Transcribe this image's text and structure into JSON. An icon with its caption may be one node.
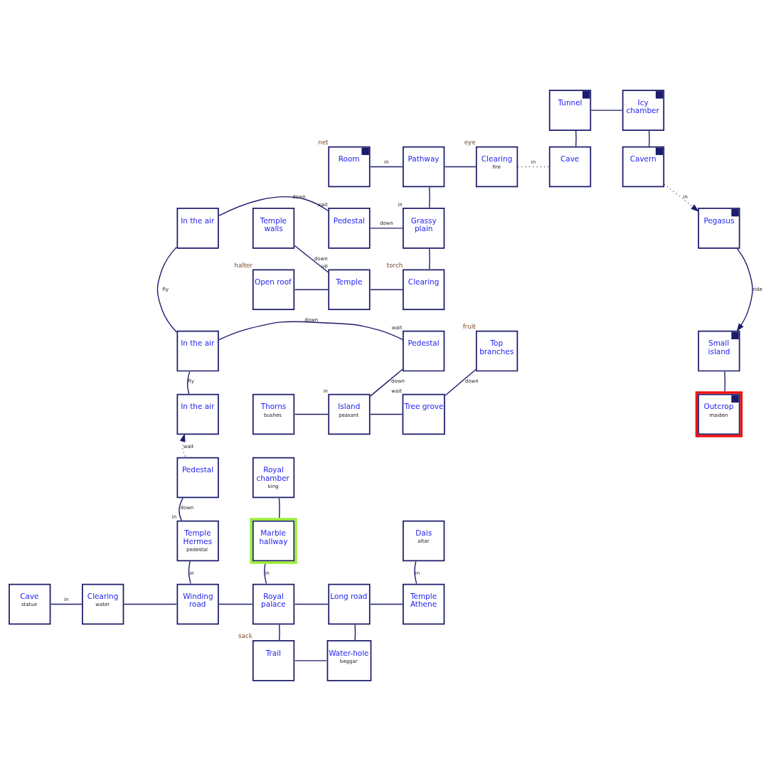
{
  "diagram": {
    "nodes": [
      {
        "text": [
          "Tunnel"
        ]
      },
      {
        "text": [
          "Icy chamber"
        ]
      },
      {
        "text": [
          "Room"
        ],
        "beside": [
          "net"
        ]
      },
      {
        "text": [
          "Pathway"
        ]
      },
      {
        "text": [
          "Clearing",
          "fire"
        ],
        "beside": [
          "eye"
        ]
      },
      {
        "text": [
          "Cave"
        ]
      },
      {
        "text": [
          "Cavern"
        ]
      },
      {
        "text": [
          "In the air"
        ]
      },
      {
        "text": [
          "Temple walls"
        ]
      },
      {
        "text": [
          "Pedestal"
        ],
        "beside": [
          "wait"
        ]
      },
      {
        "text": [
          "Grassy plain"
        ],
        "beside": [
          "in"
        ]
      },
      {
        "text": [
          "Pegasus"
        ]
      },
      {
        "text": [
          "Open roof"
        ],
        "beside": [
          "halter"
        ]
      },
      {
        "text": [
          "Temple"
        ],
        "beside": [
          "up"
        ]
      },
      {
        "text": [
          "Clearing"
        ],
        "beside": [
          "torch"
        ]
      },
      {
        "text": [
          "In the air"
        ]
      },
      {
        "text": [
          "Pedestal"
        ],
        "beside": [
          "wait"
        ]
      },
      {
        "text": [
          "Top branches"
        ],
        "beside": [
          "fruit"
        ]
      },
      {
        "text": [
          "Small island"
        ]
      },
      {
        "text": [
          "In the air"
        ]
      },
      {
        "text": [
          "Thorns",
          "bushes"
        ]
      },
      {
        "text": [
          "Island",
          "peasant"
        ],
        "beside": [
          "in"
        ]
      },
      {
        "text": [
          "Tree grove"
        ],
        "beside": [
          "wait"
        ]
      },
      {
        "text": [
          "Outcrop",
          "maiden"
        ]
      },
      {
        "text": [
          "Pedestal"
        ]
      },
      {
        "text": [
          "Royal chamber",
          "king"
        ]
      },
      {
        "text": [
          "Temple Hermes",
          "pedestal"
        ],
        "beside": [
          "in"
        ]
      },
      {
        "text": [
          "Marble hallway"
        ]
      },
      {
        "text": [
          "Dais",
          "altar"
        ]
      },
      {
        "text": [
          "Cave",
          "statue"
        ]
      },
      {
        "text": [
          "Clearing",
          "water"
        ]
      },
      {
        "text": [
          "Winding road"
        ]
      },
      {
        "text": [
          "Royal palace"
        ]
      },
      {
        "text": [
          "Long road"
        ]
      },
      {
        "text": [
          "Temple Athene"
        ]
      },
      {
        "text": [
          "Trail"
        ],
        "beside": [
          "sack"
        ]
      },
      {
        "text": [
          "Water-hole",
          "beggar"
        ]
      }
    ],
    "edges": [
      {
        "from": 0,
        "to": 1,
        "arrow": "none"
      },
      {
        "from": 0,
        "to": 5,
        "arrow": "none"
      },
      {
        "from": 1,
        "to": 6,
        "arrow": "none"
      },
      {
        "from": 2,
        "to": 3,
        "arrow": "none",
        "label": "in"
      },
      {
        "from": 3,
        "to": 4,
        "arrow": "none"
      },
      {
        "from": 3,
        "to": 10,
        "arrow": "none"
      },
      {
        "from": 4,
        "to": 5,
        "arrow": "none",
        "label": "in",
        "style": "dashed"
      },
      {
        "from": 6,
        "to": 11,
        "arrow": "to",
        "label": "in",
        "style": "dashed"
      },
      {
        "from": 7,
        "to": 9,
        "arrow": "none",
        "label": "down"
      },
      {
        "from": 7,
        "to": 15,
        "arrow": "none",
        "label": "fly"
      },
      {
        "from": 8,
        "to": 13,
        "arrow": "none",
        "label": "down"
      },
      {
        "from": 9,
        "to": 10,
        "arrow": "none",
        "label": "down"
      },
      {
        "from": 10,
        "to": 14,
        "arrow": "none"
      },
      {
        "from": 11,
        "to": 18,
        "arrow": "to",
        "label": "ride"
      },
      {
        "from": 12,
        "to": 13,
        "arrow": "none"
      },
      {
        "from": 13,
        "to": 14,
        "arrow": "none"
      },
      {
        "from": 15,
        "to": 16,
        "arrow": "none",
        "label": "down"
      },
      {
        "from": 15,
        "to": 19,
        "arrow": "none",
        "label": "fly"
      },
      {
        "from": 16,
        "to": 21,
        "arrow": "none",
        "label": "down"
      },
      {
        "from": 17,
        "to": 22,
        "arrow": "none",
        "label": "down"
      },
      {
        "from": 18,
        "to": 23,
        "arrow": "none"
      },
      {
        "from": 24,
        "to": 19,
        "arrow": "to",
        "label": "wait",
        "style": "dashed"
      },
      {
        "from": 20,
        "to": 21,
        "arrow": "none"
      },
      {
        "from": 21,
        "to": 22,
        "arrow": "none"
      },
      {
        "from": 24,
        "to": 26,
        "arrow": "none",
        "label": "down"
      },
      {
        "from": 25,
        "to": 27,
        "arrow": "none"
      },
      {
        "from": 26,
        "to": 31,
        "arrow": "none",
        "label": "in"
      },
      {
        "from": 27,
        "to": 32,
        "arrow": "none",
        "label": "in"
      },
      {
        "from": 28,
        "to": 34,
        "arrow": "none",
        "label": "in"
      },
      {
        "from": 29,
        "to": 30,
        "arrow": "none",
        "label": "in"
      },
      {
        "from": 30,
        "to": 31,
        "arrow": "none"
      },
      {
        "from": 31,
        "to": 32,
        "arrow": "none"
      },
      {
        "from": 32,
        "to": 33,
        "arrow": "none"
      },
      {
        "from": 32,
        "to": 35,
        "arrow": "none"
      },
      {
        "from": 33,
        "to": 34,
        "arrow": "none"
      },
      {
        "from": 33,
        "to": 36,
        "arrow": "none"
      },
      {
        "from": 35,
        "to": 36,
        "arrow": "none"
      }
    ]
  }
}
